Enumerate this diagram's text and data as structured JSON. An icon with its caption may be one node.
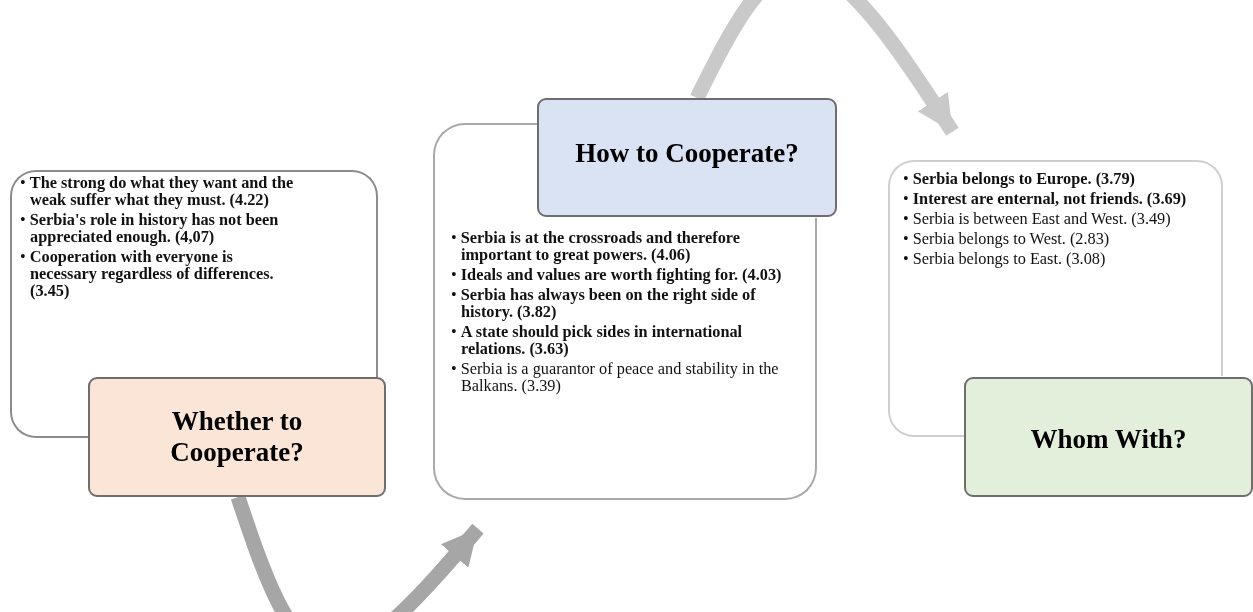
{
  "diagram": {
    "nodes": [
      {
        "text": [
          "• **The strong do what they want and the weak suffer what they must. (4.22)**",
          "• **Serbia's role in history has not been appreciated enough. (4,07)**",
          "• **Cooperation with everyone is necessary regardless of differences.  (3.45)**"
        ]
      },
      {
        "text": [
          "Whether to Cooperate?"
        ]
      },
      {
        "text": [
          "• **Serbia is at the crossroads and therefore important to great powers. (4.06)**",
          "• **Ideals and values are worth fighting for. (4.03)**",
          "• **Serbia has always been on the right side of history. (3.82)**",
          "• **A state should pick sides in international relations. (3.63)**",
          "• Serbia is a guarantor of peace and stability in the Balkans. (3.39)"
        ]
      },
      {
        "text": [
          "How to Cooperate?"
        ]
      },
      {
        "text": [
          "• **Serbia belongs to Europe. (3.79)**",
          "• **Interest are enternal, not friends. (3.69)**",
          "• Serbia is between East and West. (3.49)",
          "• Serbia belongs to West. (2.83)",
          "• Serbia belongs to East. (3.08)"
        ]
      },
      {
        "text": [
          "Whom With?"
        ]
      }
    ],
    "edges": [
      {
        "from": 1,
        "to": 2,
        "arrow": "to",
        "color": "#a6a6a6"
      },
      {
        "from": 3,
        "to": 4,
        "arrow": "to",
        "color": "#c9c9c9"
      }
    ]
  }
}
